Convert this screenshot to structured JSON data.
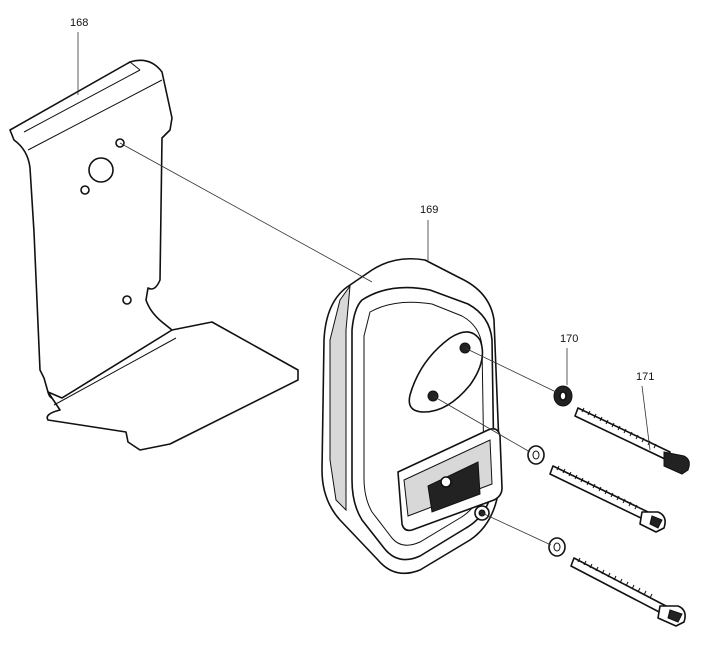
{
  "diagram": {
    "part_labels": {
      "bracket": "168",
      "muffler": "169",
      "washer": "170",
      "bolt": "171"
    },
    "colors": {
      "line": "#111111",
      "background": "#ffffff",
      "shade": "#d8d8d8"
    }
  }
}
